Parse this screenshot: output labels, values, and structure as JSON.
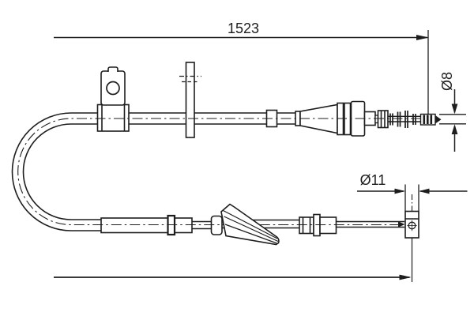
{
  "drawing": {
    "colors": {
      "line": "#1d1d1d",
      "background": "#ffffff"
    },
    "labels": {
      "overall_length": "1523",
      "small_diameter": "Ø8",
      "large_diameter": "Ø11"
    }
  }
}
